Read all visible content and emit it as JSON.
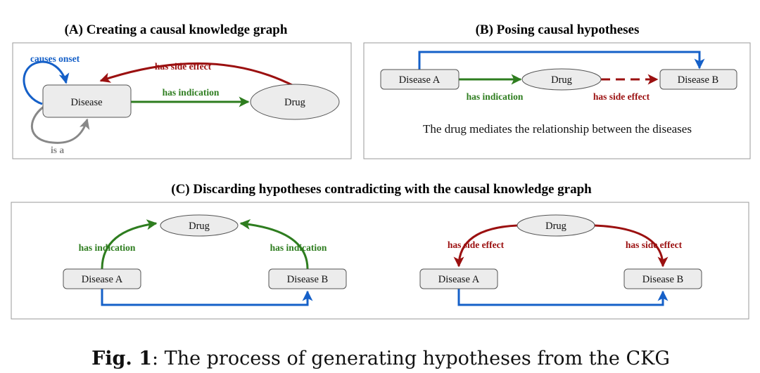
{
  "panels": {
    "a": {
      "title": "(A) Creating a causal knowledge graph",
      "nodes": {
        "disease": "Disease",
        "drug": "Drug"
      },
      "edges": {
        "causes_onset": "causes onset",
        "has_side_effect": "has side effect",
        "has_indication": "has indication",
        "is_a": "is a"
      }
    },
    "b": {
      "title": "(B) Posing causal hypotheses",
      "nodes": {
        "disease_a": "Disease A",
        "drug": "Drug",
        "disease_b": "Disease B"
      },
      "edges": {
        "has_indication": "has indication",
        "has_side_effect": "has side effect"
      },
      "caption": "The drug mediates the relationship between the diseases"
    },
    "c": {
      "title": "(C) Discarding hypotheses contradicting with the causal knowledge graph",
      "left": {
        "nodes": {
          "drug": "Drug",
          "disease_a": "Disease A",
          "disease_b": "Disease B"
        },
        "edges": {
          "left": "has indication",
          "right": "has indication"
        }
      },
      "right": {
        "nodes": {
          "drug": "Drug",
          "disease_a": "Disease A",
          "disease_b": "Disease B"
        },
        "edges": {
          "left": "has side effect",
          "right": "has side effect"
        }
      }
    }
  },
  "figure_caption": {
    "label": "Fig. 1",
    "text": ": The process of generating hypotheses from the CKG"
  },
  "colors": {
    "green": "#2e7d1f",
    "red": "#9b1010",
    "blue": "#1560c8",
    "gray": "#888888",
    "node_fill": "#ececec",
    "node_stroke": "#555555"
  }
}
